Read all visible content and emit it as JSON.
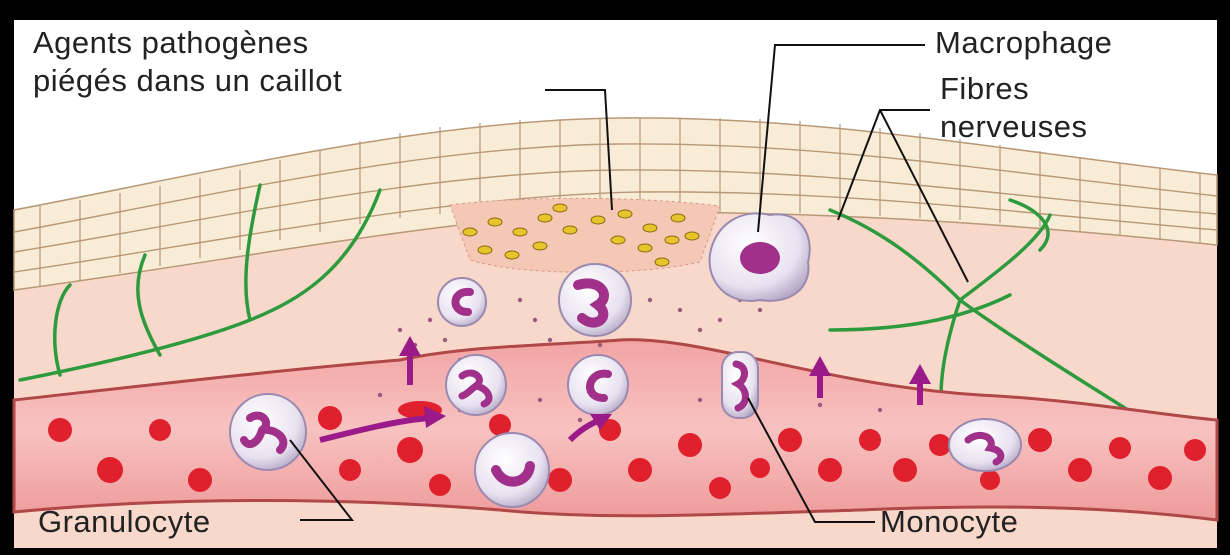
{
  "labels": {
    "pathogens": [
      "Agents pathogènes",
      "piégés dans un caillot"
    ],
    "macrophage": "Macrophage",
    "nerve_fibers": [
      "Fibres",
      "nerveuses"
    ],
    "granulocyte": "Granulocyte",
    "monocyte": "Monocyte"
  },
  "colors": {
    "background": "#ffffff",
    "frame": "#000000",
    "epidermis": "#f8ecd4",
    "tissue": "#f8d6c8",
    "vessel": "#ef9a9a",
    "red_blood_cell": "#e0202c",
    "nerve": "#2e9a3e",
    "bacteria": "#e0c020",
    "white_cell": "#ece6f2",
    "nucleus": "#a0308a",
    "arrow": "#9a1a8a"
  }
}
